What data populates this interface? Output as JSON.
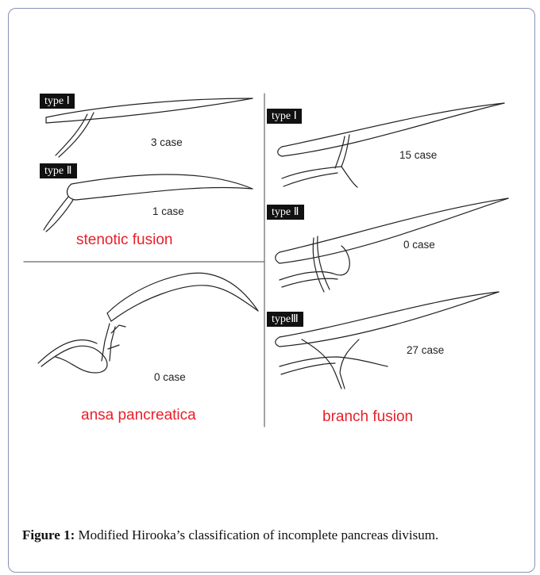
{
  "figure": {
    "panels": {
      "stenotic": {
        "type1_label": "type Ⅰ",
        "type1_count": "3 case",
        "type2_label": "type Ⅱ",
        "type2_count": "1 case",
        "title": "stenotic fusion"
      },
      "ansa": {
        "count": "0 case",
        "title": "ansa pancreatica"
      },
      "branch": {
        "type1_label": "type Ⅰ",
        "type1_count": "15 case",
        "type2_label": "type Ⅱ",
        "type2_count": "0 case",
        "type3_label": "typeⅢ",
        "type3_count": "27 case",
        "title": "branch fusion"
      }
    }
  },
  "caption": {
    "label": "Figure 1:",
    "text": " Modified Hirooka’s classification of incomplete pancreas divisum."
  }
}
